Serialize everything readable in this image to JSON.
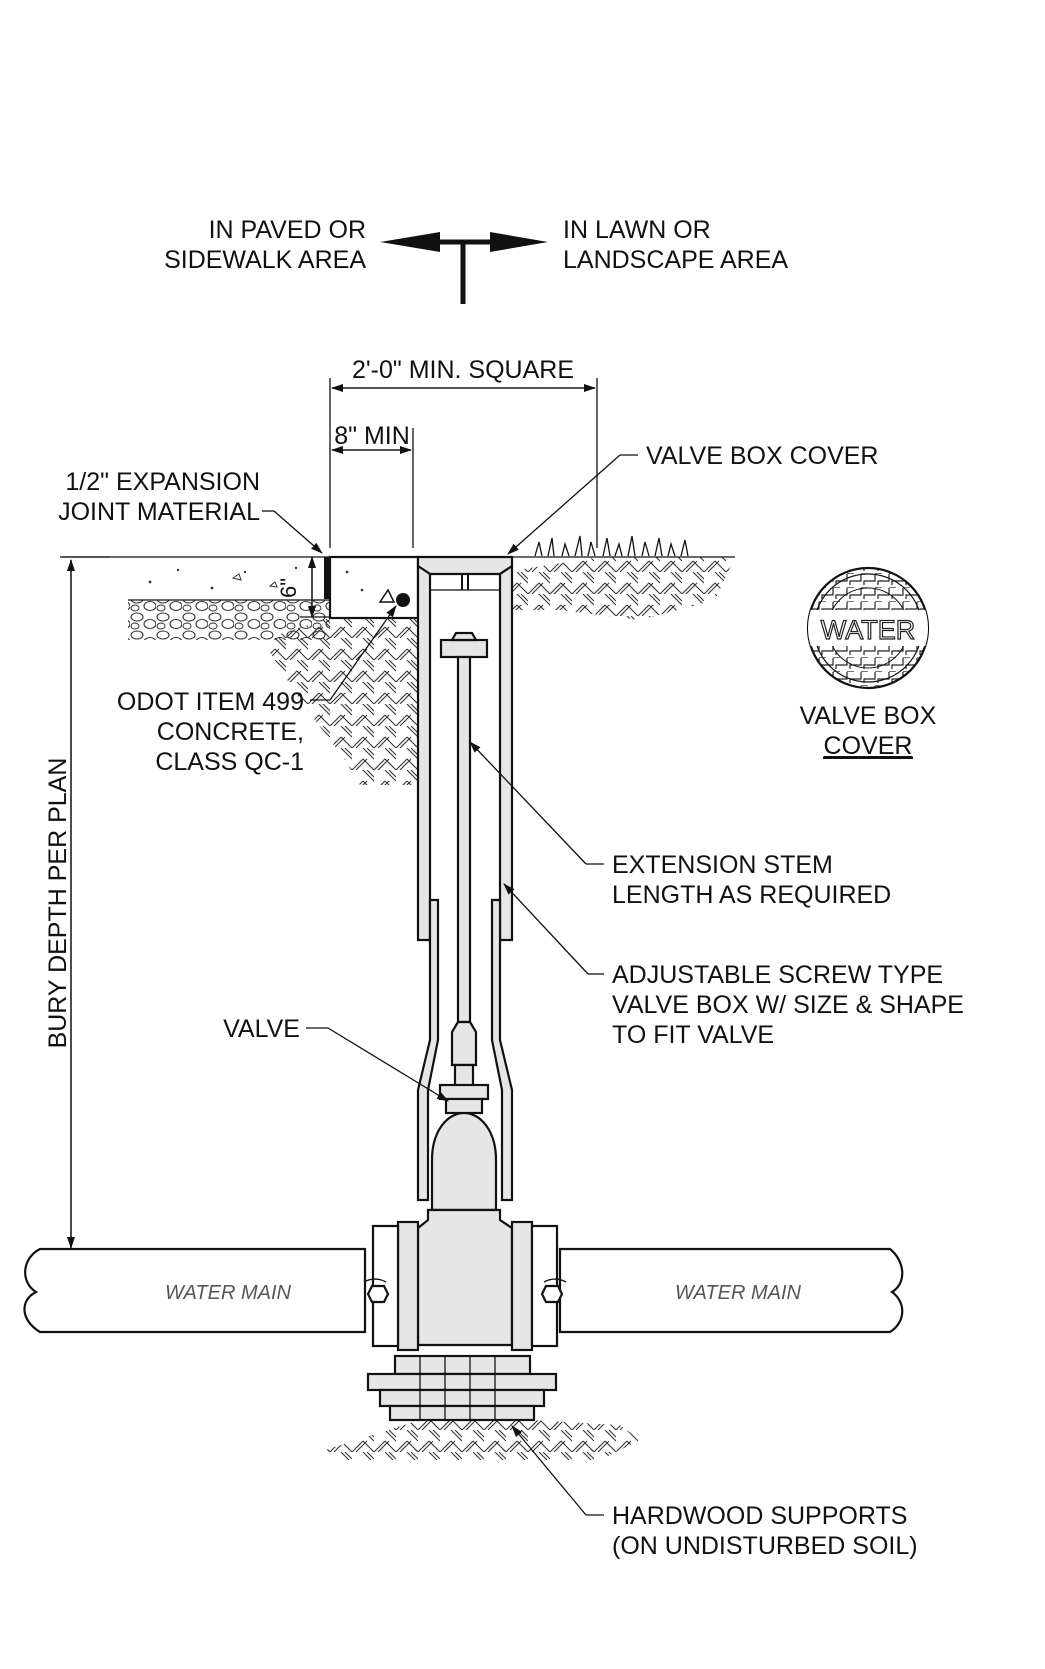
{
  "labels": {
    "paved_line1": "IN PAVED OR",
    "paved_line2": "SIDEWALK AREA",
    "lawn_line1": "IN LAWN OR",
    "lawn_line2": "LANDSCAPE AREA",
    "min_square": "2'-0\" MIN. SQUARE",
    "eight_min": "8\" MIN",
    "six_inch": "6\"",
    "expansion_line1": "1/2\" EXPANSION",
    "expansion_line2": "JOINT MATERIAL",
    "cover_callout": "VALVE BOX COVER",
    "odot_line1": "ODOT ITEM 499",
    "odot_line2": "CONCRETE,",
    "odot_line3": "CLASS QC-1",
    "logo_text": "WATER",
    "cover_caption_line1": "VALVE BOX",
    "cover_caption_line2": "COVER",
    "bury_depth": "BURY DEPTH PER PLAN",
    "stem_line1": "EXTENSION STEM",
    "stem_line2": "LENGTH AS REQUIRED",
    "box_line1": "ADJUSTABLE SCREW TYPE",
    "box_line2": "VALVE BOX W/ SIZE & SHAPE",
    "box_line3": "TO FIT VALVE",
    "valve": "VALVE",
    "main_left": "WATER MAIN",
    "main_right": "WATER MAIN",
    "supports_line1": "HARDWOOD SUPPORTS",
    "supports_line2": "(ON UNDISTURBED SOIL)"
  },
  "colors": {
    "line": "#111111",
    "part_fill": "#e6e6e6",
    "pipe_text": "#555555"
  }
}
